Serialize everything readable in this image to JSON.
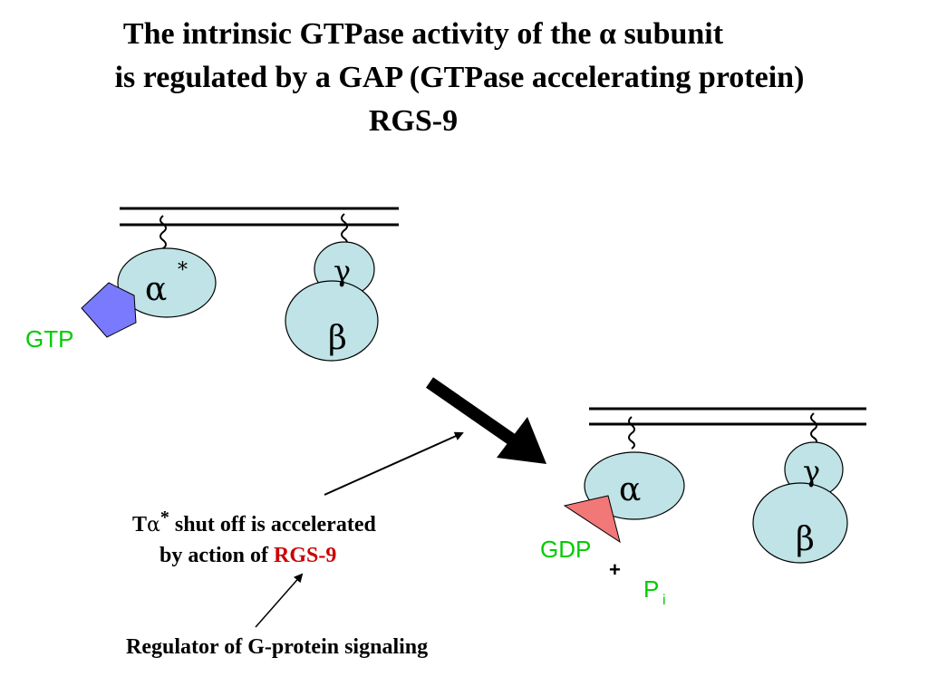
{
  "title": {
    "line1": "The intrinsic GTPase  activity of the α subunit",
    "line2": "is regulated by a GAP (GTPase accelerating protein)",
    "line3": "RGS-9"
  },
  "before": {
    "alpha": "α",
    "alpha_star": "*",
    "gamma": "γ",
    "beta": "β",
    "nucleotide": "GTP"
  },
  "after": {
    "alpha": "α",
    "gamma": "γ",
    "beta": "β",
    "nucleotide": "GDP",
    "plus": "+",
    "phosphate": "P",
    "phosphate_sub": "i"
  },
  "caption": {
    "line1_prefix": "T",
    "line1_alpha": "α",
    "line1_star": "*",
    "line1_rest": " shut off is accelerated",
    "line2_prefix": "by action of ",
    "line2_highlight": "RGS-9",
    "footer": "Regulator of G-protein signaling"
  },
  "colors": {
    "subunit_fill": "#bfe3e6",
    "gtp_fill": "#7a7aff",
    "gdp_fill": "#f27777",
    "label_green": "#00cc00",
    "highlight_red": "#cc0000"
  }
}
